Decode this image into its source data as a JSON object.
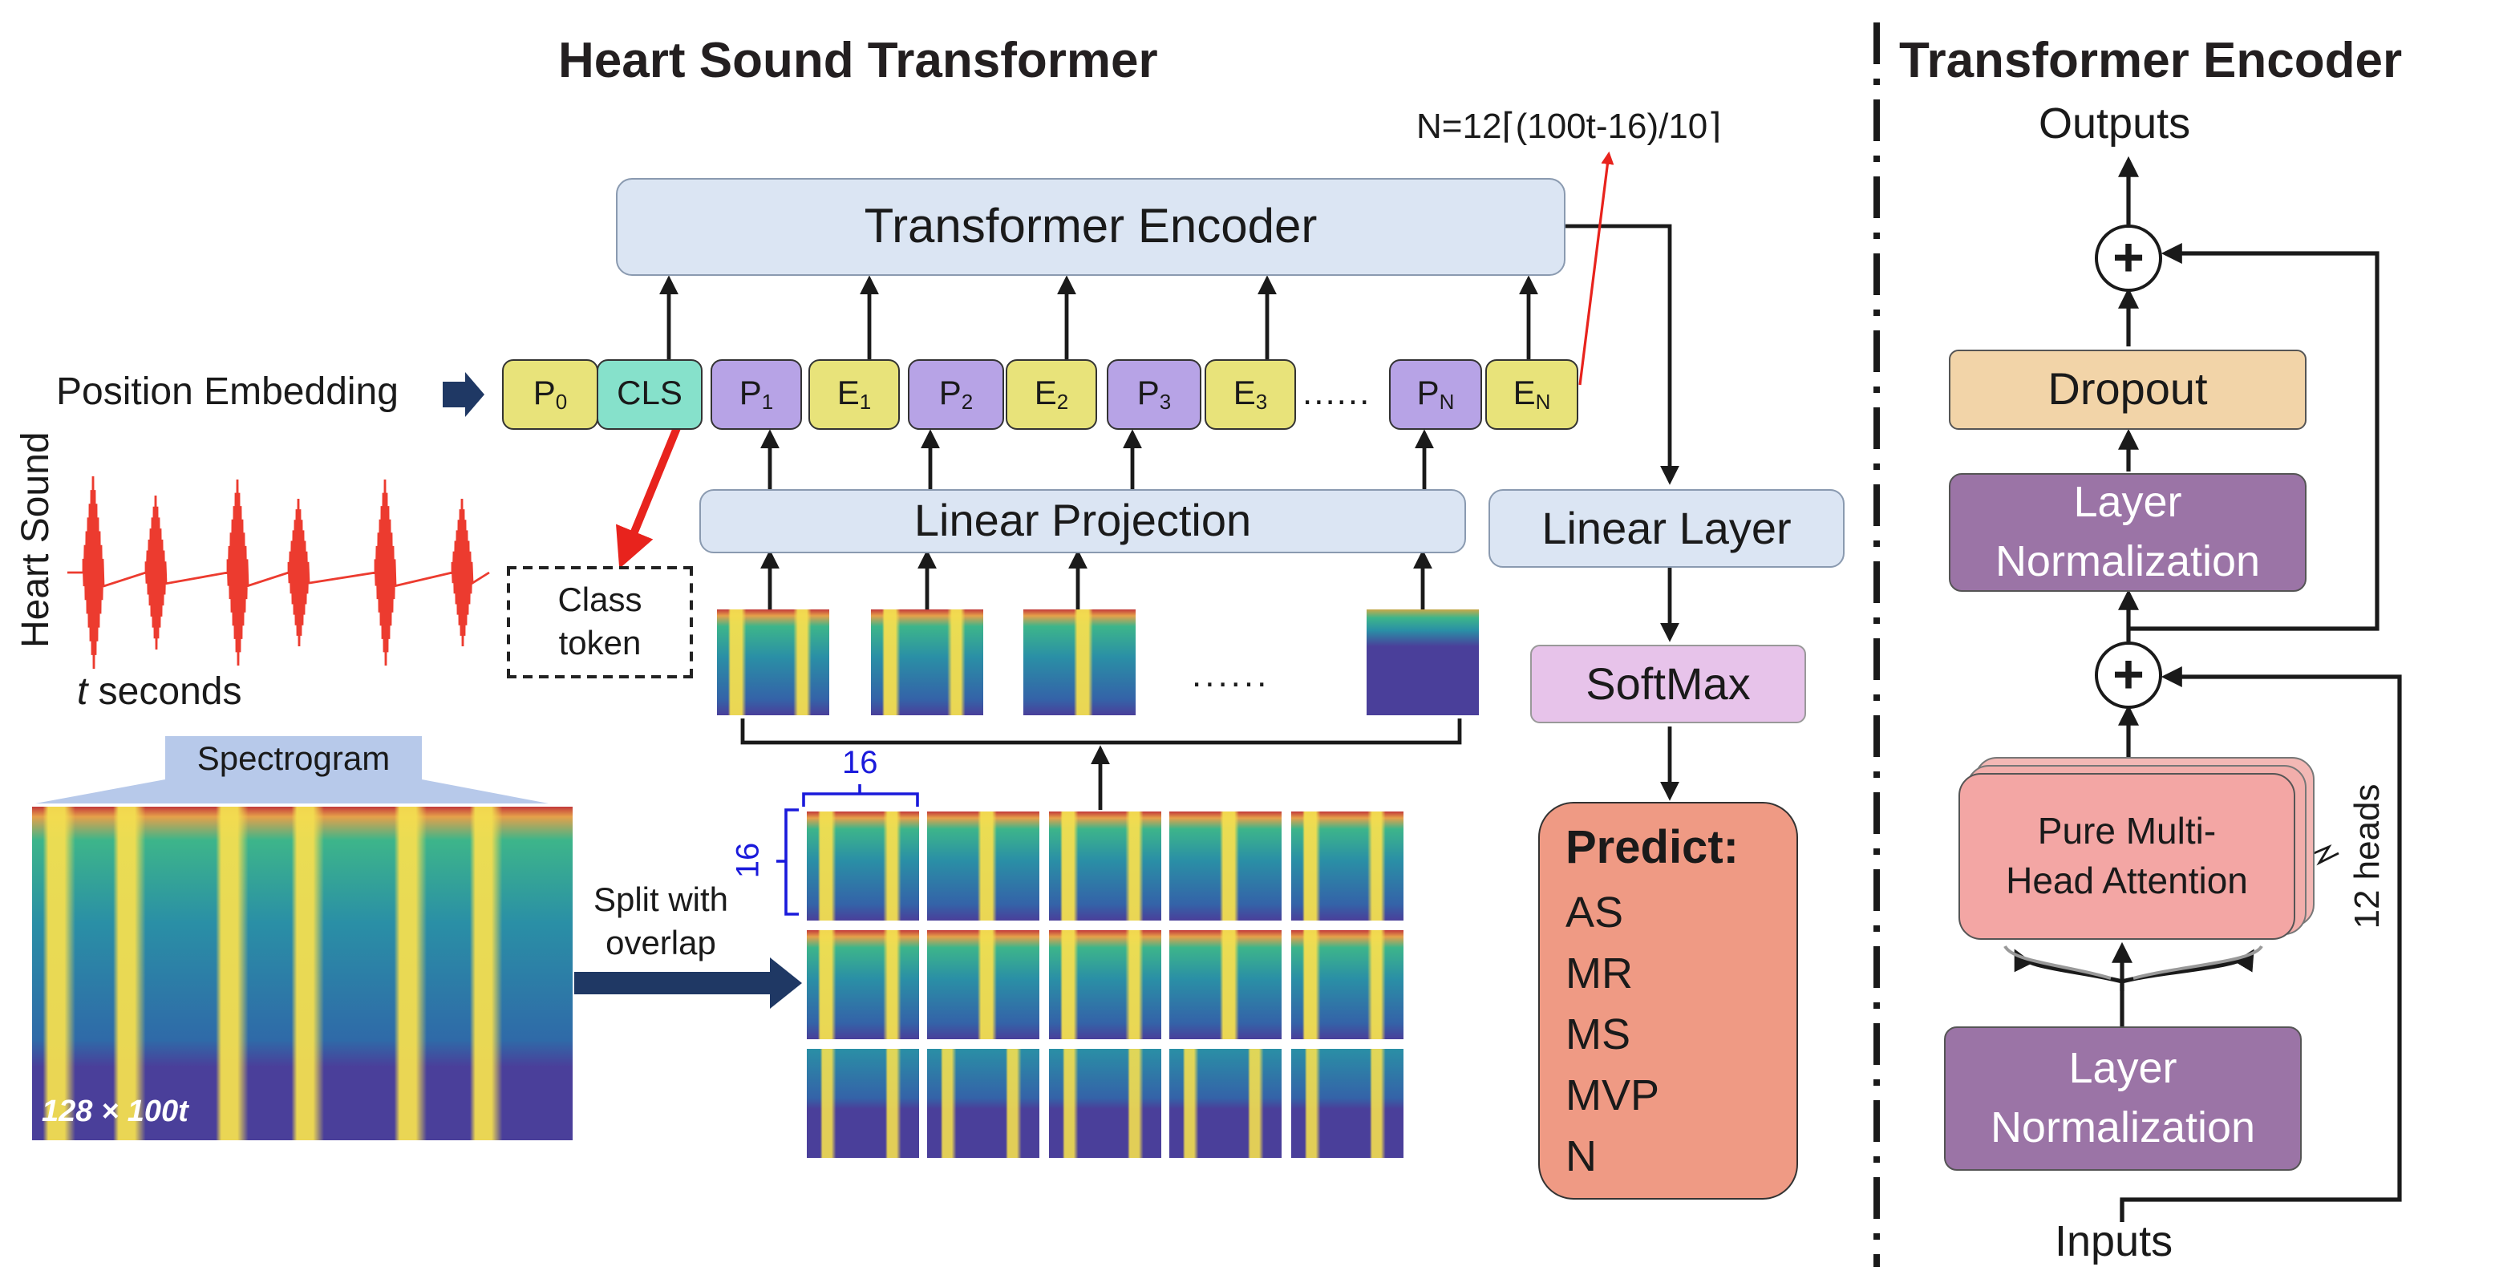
{
  "titles": {
    "main": "Heart Sound Transformer",
    "right": "Transformer Encoder"
  },
  "formula": "N=12⌈(100t-16)/10⌉",
  "labels": {
    "transformer_encoder": "Transformer Encoder",
    "position_embedding": "Position Embedding",
    "linear_projection": "Linear Projection",
    "linear_layer": "Linear Layer",
    "softmax": "SoftMax",
    "class_token": [
      "Class",
      "token"
    ],
    "heart_sound": "Heart Sound",
    "t_seconds_italic": "t",
    "t_seconds_rest": " seconds",
    "spectrogram": "Spectrogram",
    "spec_size": "128 × 100t",
    "split_with_overlap": [
      "Split with",
      "overlap"
    ],
    "patch_size_h": "16",
    "patch_size_v": "16",
    "dots_tokens": "......",
    "dots_patches": "......"
  },
  "tokens": [
    {
      "base": "P",
      "sub": "0",
      "kind": "y"
    },
    {
      "base": "CLS",
      "sub": "",
      "kind": "c"
    },
    {
      "base": "P",
      "sub": "1",
      "kind": "p"
    },
    {
      "base": "E",
      "sub": "1",
      "kind": "y"
    },
    {
      "base": "P",
      "sub": "2",
      "kind": "p"
    },
    {
      "base": "E",
      "sub": "2",
      "kind": "y"
    },
    {
      "base": "P",
      "sub": "3",
      "kind": "p"
    },
    {
      "base": "E",
      "sub": "3",
      "kind": "y"
    },
    {
      "base": "P",
      "sub": "N",
      "kind": "p"
    },
    {
      "base": "E",
      "sub": "N",
      "kind": "y"
    }
  ],
  "predict": {
    "heading": "Predict:",
    "classes": [
      "AS",
      "MR",
      "MS",
      "MVP",
      "N"
    ]
  },
  "encoder_detail": {
    "outputs": "Outputs",
    "inputs": "Inputs",
    "dropout": "Dropout",
    "layer_norm_top": [
      "Layer",
      "Normalization"
    ],
    "layer_norm_bottom": [
      "Layer",
      "Normalization"
    ],
    "attention": [
      "Pure Multi-",
      "Head Attention"
    ],
    "heads": "12 heads",
    "plus": "+"
  },
  "colors": {
    "encoder_box": "#dbe5f3",
    "dropout": "#f2d4a8",
    "layer_norm": "#9b74a6",
    "attention": "#f3a6a4",
    "softmax": "#e7c3ea",
    "predict": "#ef9a84",
    "waveform": "#ec3b2f",
    "navy_arrow": "#1f3864",
    "red_arrow": "#e8231d",
    "dim_blue": "#1a1adb"
  }
}
